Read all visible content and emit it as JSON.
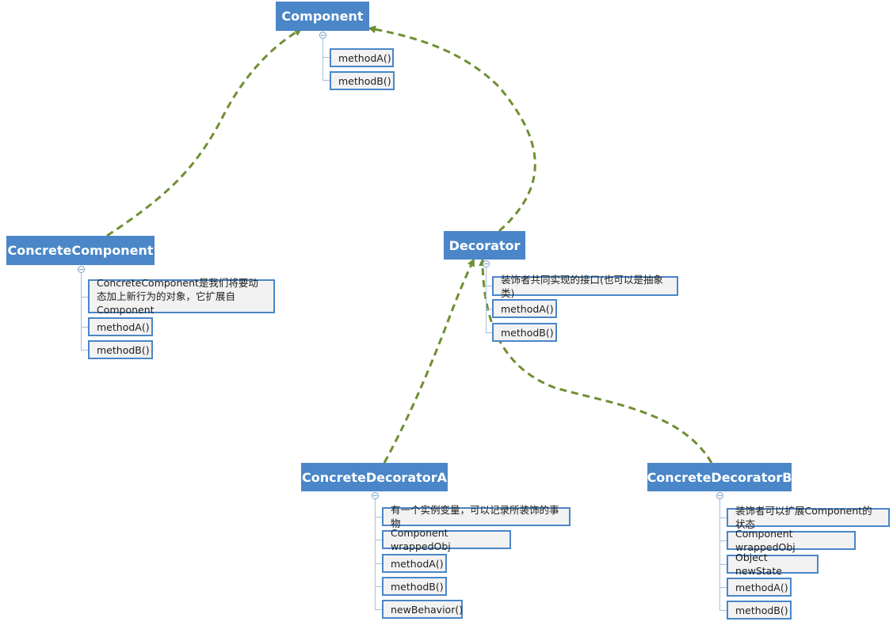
{
  "nodes": {
    "component": {
      "label": "Component",
      "children": [
        "methodA()",
        "methodB()"
      ]
    },
    "concrete_component": {
      "label": "ConcreteComponent",
      "children": [
        "ConcreteComponent是我们将要动态加上新行为的对象，它扩展自Component",
        "methodA()",
        "methodB()"
      ]
    },
    "decorator": {
      "label": "Decorator",
      "children": [
        "装饰者共同实现的接口(也可以是抽象类)",
        "methodA()",
        "methodB()"
      ]
    },
    "concrete_decorator_a": {
      "label": "ConcreteDecoratorA",
      "children": [
        "有一个实例变量，可以记录所装饰的事物",
        "Component wrappedObj",
        "methodA()",
        "methodB()",
        "newBehavior()"
      ]
    },
    "concrete_decorator_b": {
      "label": "ConcreteDecoratorB",
      "children": [
        "装饰者可以扩展Component的状态",
        "Component wrappedObj",
        "Object newState",
        "methodA()",
        "methodB()"
      ]
    }
  },
  "colors": {
    "node_fill": "#4a86c8",
    "child_border": "#4a86c8",
    "child_fill": "#f2f2f2",
    "arrow": "#6f8f32"
  }
}
